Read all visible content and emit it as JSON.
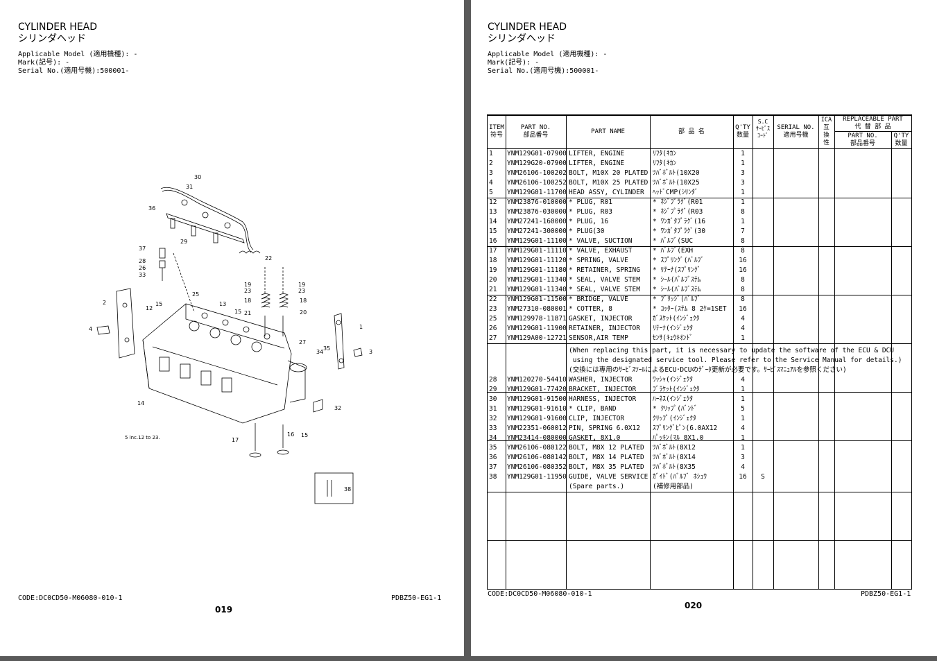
{
  "left_page": {
    "title": "CYLINDER HEAD",
    "title_jp": "シリンダヘッド",
    "applicable_model": "Applicable Model (適用機種): -",
    "mark": "Mark(記号): -",
    "serial": "Serial No.(適用号機):500001-",
    "code": "CODE:DC0CD50-M06080-010-1",
    "doc": "PDBZ50-EG1-1",
    "page_no": "019",
    "diagram_note": "5 inc.12 to 23.",
    "callouts": {
      "c1": "1",
      "c2": "2",
      "c3": "3",
      "c4": "4",
      "c12": "12",
      "c13": "13",
      "c14": "14",
      "c15a": "15",
      "c15b": "15",
      "c15c": "15",
      "c16": "16",
      "c17": "17",
      "c18": "18",
      "c19a": "19",
      "c19b": "19",
      "c20": "20",
      "c21": "21",
      "c22": "22",
      "c23": "23",
      "c25": "25",
      "c26": "26",
      "c27": "27",
      "c28": "28",
      "c29": "29",
      "c30": "30",
      "c31": "31",
      "c32": "32",
      "c33": "33",
      "c34": "34",
      "c35": "35",
      "c36": "36",
      "c37": "37",
      "c38": "38"
    }
  },
  "right_page": {
    "title": "CYLINDER HEAD",
    "title_jp": "シリンダヘッド",
    "applicable_model": "Applicable Model (適用機種): -",
    "mark": "Mark(記号): -",
    "serial": "Serial No.(適用号機):500001-",
    "code": "CODE:DC0CD50-M06080-010-1",
    "doc": "PDBZ50-EG1-1",
    "page_no": "020",
    "headers": {
      "item": "ITEM\n符号",
      "part_no": "PART NO.\n部品番号",
      "part_name": "PART NAME",
      "part_name_jp": "部 品 名",
      "qty": "Q'TY\n数量",
      "sc": "S.C\nｻｰﾋﾞｽ\nｺｰﾄﾞ",
      "serial_no": "SERIAL NO.\n適用号機",
      "ica": "ICA\n互\n換\n性",
      "replaceable": "REPLACEABLE PART\n代 替 部 品",
      "rep_part_no": "PART NO.\n部品番号",
      "rep_qty": "Q'TY\n数量"
    },
    "rows": [
      {
        "item": "1",
        "part_no": "YNM129G01-07900",
        "name": "LIFTER, ENGINE",
        "name_jp": "ﾘﾌﾀ(ｷｶﾝ",
        "qty": "1",
        "sc": ""
      },
      {
        "item": "2",
        "part_no": "YNM129G20-07900",
        "name": "LIFTER, ENGINE",
        "name_jp": "ﾘﾌﾀ(ｷｶﾝ",
        "qty": "1",
        "sc": ""
      },
      {
        "item": "3",
        "part_no": "YNM26106-100202",
        "name": "BOLT, M10X 20 PLATED",
        "name_jp": "ﾂﾊﾞﾎﾞﾙﾄ(10X20",
        "qty": "3",
        "sc": ""
      },
      {
        "item": "4",
        "part_no": "YNM26106-100252",
        "name": "BOLT, M10X 25 PLATED",
        "name_jp": "ﾂﾊﾞﾎﾞﾙﾄ(10X25",
        "qty": "3",
        "sc": ""
      },
      {
        "item": "5",
        "part_no": "YNM129G01-11700",
        "name": "HEAD ASSY, CYLINDER",
        "name_jp": "ﾍｯﾄﾞCMP(ｼﾘﾝﾀﾞ",
        "qty": "1",
        "sc": ""
      },
      {
        "item": "12",
        "part_no": "YNM23876-010000",
        "name": "* PLUG, R01",
        "name_jp": "* ﾈｼﾞﾌﾟﾗｸﾞ(R01",
        "qty": "1",
        "sc": ""
      },
      {
        "item": "13",
        "part_no": "YNM23876-030000",
        "name": "* PLUG, R03",
        "name_jp": "* ﾈｼﾞﾌﾟﾗｸﾞ(R03",
        "qty": "8",
        "sc": ""
      },
      {
        "item": "14",
        "part_no": "YNM27241-160000",
        "name": "* PLUG, 16",
        "name_jp": "* ﾜﾝｶﾞﾀﾌﾟﾗｸﾞ(16",
        "qty": "1",
        "sc": ""
      },
      {
        "item": "15",
        "part_no": "YNM27241-300000",
        "name": "* PLUG(30",
        "name_jp": "* ﾜﾝｶﾞﾀﾌﾟﾗｸﾞ(30",
        "qty": "7",
        "sc": ""
      },
      {
        "item": "16",
        "part_no": "YNM129G01-11100",
        "name": "* VALVE, SUCTION",
        "name_jp": "* ﾊﾞﾙﾌﾞ(SUC",
        "qty": "8",
        "sc": ""
      },
      {
        "item": "17",
        "part_no": "YNM129G01-11110",
        "name": "* VALVE, EXHAUST",
        "name_jp": "* ﾊﾞﾙﾌﾞ(EXH",
        "qty": "8",
        "sc": ""
      },
      {
        "item": "18",
        "part_no": "YNM129G01-11120",
        "name": "* SPRING, VALVE",
        "name_jp": "* ｽﾌﾟﾘﾝｸﾞ(ﾊﾞﾙﾌﾞ",
        "qty": "16",
        "sc": ""
      },
      {
        "item": "19",
        "part_no": "YNM129G01-11180",
        "name": "* RETAINER, SPRING",
        "name_jp": "* ﾘﾃｰﾅ(ｽﾌﾟﾘﾝｸﾞ",
        "qty": "16",
        "sc": ""
      },
      {
        "item": "20",
        "part_no": "YNM129G01-11340",
        "name": "* SEAL, VALVE STEM",
        "name_jp": "* ｼｰﾙ(ﾊﾞﾙﾌﾞｽﾃﾑ",
        "qty": "8",
        "sc": ""
      },
      {
        "item": "21",
        "part_no": "YNM129G01-11340",
        "name": "* SEAL, VALVE STEM",
        "name_jp": "* ｼｰﾙ(ﾊﾞﾙﾌﾞｽﾃﾑ",
        "qty": "8",
        "sc": ""
      },
      {
        "item": "22",
        "part_no": "YNM129G01-11500",
        "name": "* BRIDGE, VALVE",
        "name_jp": "* ﾌﾞﾘｯｼﾞ(ﾊﾞﾙﾌﾞ",
        "qty": "8",
        "sc": ""
      },
      {
        "item": "23",
        "part_no": "YNM27310-080001",
        "name": "* COTTER, 8",
        "name_jp": "* ｺｯﾀｰ(ｽﾃﾑ 8 2ｹ=1SET",
        "qty": "16",
        "sc": ""
      },
      {
        "item": "25",
        "part_no": "YNM129978-11871",
        "name": "GASKET, INJECTOR",
        "name_jp": "ｶﾞｽｹｯﾄ(ｲﾝｼﾞｪｸﾀ",
        "qty": "4",
        "sc": ""
      },
      {
        "item": "26",
        "part_no": "YNM129G01-11900",
        "name": "RETAINER, INJECTOR",
        "name_jp": "ﾘﾃｰﾅ(ｲﾝｼﾞｪｸﾀ",
        "qty": "4",
        "sc": ""
      },
      {
        "item": "27",
        "part_no": "YNM129A00-12721",
        "name": "SENSOR,AIR TEMP",
        "name_jp": "ｾﾝｻ(ｷｭｳｷｵﾝﾄﾞ",
        "qty": "1",
        "sc": ""
      }
    ],
    "notice": [
      "(When replacing this part, it is necessary to update the software of the ECU & DCU",
      " using the designated service tool. Please refer to the Service Manual for details.)",
      "(交換には専用のｻｰﾋﾞｽﾂｰﾙによるECU･DCUのﾃﾞｰﾀ更新が必要です。ｻｰﾋﾞｽﾏﾆｭｱﾙを参照ください)"
    ],
    "rows2": [
      {
        "item": "28",
        "part_no": "YNM120270-54410",
        "name": "WASHER, INJECTOR",
        "name_jp": "ﾜｯｼｬ(ｲﾝｼﾞｪｸﾀ",
        "qty": "4",
        "sc": ""
      },
      {
        "item": "29",
        "part_no": "YNM129G01-77420",
        "name": "BRACKET, INJECTOR",
        "name_jp": "ﾌﾞﾗｹｯﾄ(ｲﾝｼﾞｪｸﾀ",
        "qty": "1",
        "sc": ""
      },
      {
        "item": "30",
        "part_no": "YNM129G01-91500",
        "name": "HARNESS, INJECTOR",
        "name_jp": "ﾊｰﾈｽ(ｲﾝｼﾞｪｸﾀ",
        "qty": "1",
        "sc": ""
      },
      {
        "item": "31",
        "part_no": "YNM129G01-91610",
        "name": "* CLIP, BAND",
        "name_jp": "* ｸﾘｯﾌﾟ(ﾊﾞﾝﾄﾞ",
        "qty": "5",
        "sc": ""
      },
      {
        "item": "32",
        "part_no": "YNM129G01-91600",
        "name": "CLIP, INJECTOR",
        "name_jp": "ｸﾘｯﾌﾟ(ｲﾝｼﾞｪｸﾀ",
        "qty": "1",
        "sc": ""
      },
      {
        "item": "33",
        "part_no": "YNM22351-060012",
        "name": "PIN, SPRING 6.0X12",
        "name_jp": "ｽﾌﾟﾘﾝｸﾞﾋﾟﾝ(6.0AX12",
        "qty": "4",
        "sc": ""
      },
      {
        "item": "34",
        "part_no": "YNM23414-080000",
        "name": "GASKET, 8X1.0",
        "name_jp": "ﾊﾟｯｷﾝ(ﾏﾙ 8X1.0",
        "qty": "1",
        "sc": ""
      },
      {
        "item": "35",
        "part_no": "YNM26106-080122",
        "name": "BOLT, M8X 12 PLATED",
        "name_jp": "ﾂﾊﾞﾎﾞﾙﾄ(8X12",
        "qty": "1",
        "sc": ""
      },
      {
        "item": "36",
        "part_no": "YNM26106-080142",
        "name": "BOLT, M8X 14 PLATED",
        "name_jp": "ﾂﾊﾞﾎﾞﾙﾄ(8X14",
        "qty": "3",
        "sc": ""
      },
      {
        "item": "37",
        "part_no": "YNM26106-080352",
        "name": "BOLT, M8X 35 PLATED",
        "name_jp": "ﾂﾊﾞﾎﾞﾙﾄ(8X35",
        "qty": "4",
        "sc": ""
      },
      {
        "item": "38",
        "part_no": "YNM129G01-11950",
        "name": "GUIDE, VALVE SERVICE",
        "name_jp": "ｶﾞｲﾄﾞ(ﾊﾞﾙﾌﾞ ﾎｼｭｳ",
        "qty": "16",
        "sc": "S"
      }
    ],
    "row38_extra": {
      "name": "(Spare parts.)",
      "name_jp": "(補修用部品)"
    }
  }
}
